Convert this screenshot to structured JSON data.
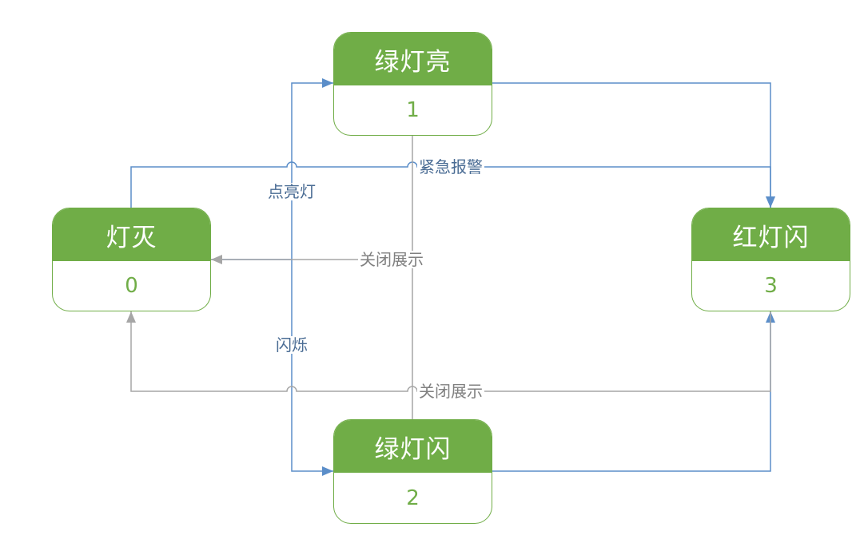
{
  "states": {
    "green_on": {
      "title": "绿灯亮",
      "code": "1"
    },
    "off": {
      "title": "灯灭",
      "code": "0"
    },
    "red_flash": {
      "title": "红灯闪",
      "code": "3"
    },
    "green_flash": {
      "title": "绿灯闪",
      "code": "2"
    }
  },
  "transitions": {
    "light_on": "点亮灯",
    "flash": "闪烁",
    "alarm": "紧急报警",
    "close_from_green": "关闭展示",
    "close_from_red": "关闭展示"
  },
  "colors": {
    "state_green": "#70AD47",
    "edge_blue": "#5B8EC9",
    "edge_gray": "#A6A6A6",
    "label_blue": "#4A6C94",
    "label_gray": "#808080"
  }
}
